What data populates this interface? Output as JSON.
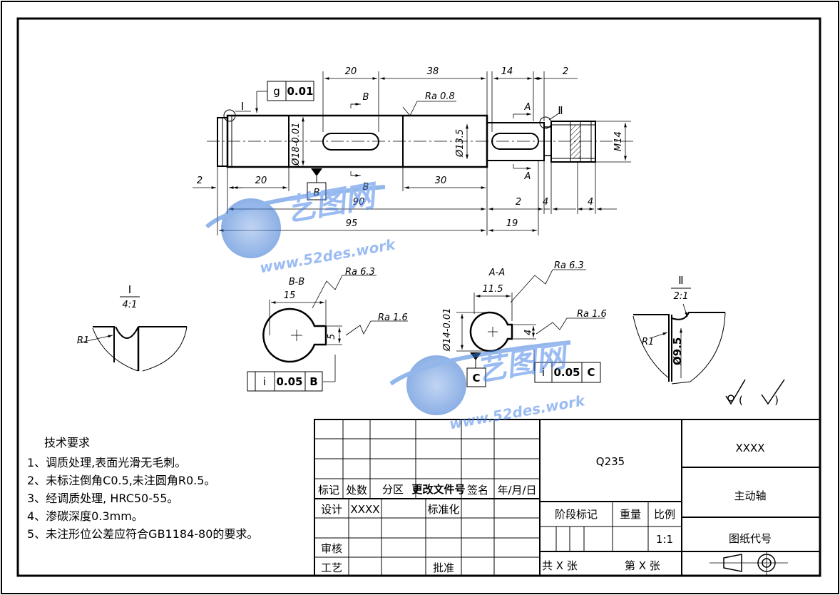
{
  "main_view": {
    "dims": {
      "d20_top": "20",
      "d38": "38",
      "d14": "14",
      "d2_top": "2",
      "d2_left": "2",
      "d20_bottom": "20",
      "d30": "30",
      "d90": "90",
      "d95": "95",
      "d2_right": "2",
      "d4a": "4",
      "d4b": "4",
      "d19": "19"
    },
    "diameters": {
      "phi18": "Ø18-0.01",
      "phi13_5": "Ø13.5",
      "m14": "M14"
    },
    "section_marks": {
      "b": "B",
      "a": "A"
    },
    "roughness_main": "Ra 0.8",
    "detail_labels": {
      "i": "I",
      "ii": "Ⅱ"
    },
    "tolerance_top": {
      "symbol": "g",
      "value": "0.01"
    },
    "datum_b": "B"
  },
  "detail_i": {
    "title": "I",
    "scale": "4:1",
    "radius": "R1"
  },
  "section_bb": {
    "title": "B-B",
    "width": "15",
    "key": "5",
    "ra1": "Ra 6.3",
    "ra2": "Ra 1.6",
    "tol": {
      "symbol": "i",
      "value": "0.05",
      "datum": "B"
    }
  },
  "section_aa": {
    "title": "A-A",
    "width": "11.5",
    "diameter": "Ø14-0.01",
    "key": "4",
    "ra1": "Ra 6.3",
    "ra2": "Ra 1.6",
    "datum": "C",
    "tol": {
      "symbol": "i",
      "value": "0.05",
      "datum": "C"
    }
  },
  "detail_ii": {
    "title": "Ⅱ",
    "scale": "2:1",
    "radius": "R1",
    "diameter": "Ø9.5"
  },
  "general_roughness": "( )",
  "tech_requirements": {
    "title": "技术要求",
    "items": [
      "1、调质处理,表面光滑无毛刺。",
      "2、未标注倒角C0.5,未注圆角R0.5。",
      "3、经调质处理, HRC50-55。",
      "4、渗碳深度0.3mm。",
      "5、未注形位公差应符合GB1184-80的要求。"
    ]
  },
  "title_block": {
    "headers": [
      "标记",
      "处数",
      "分区",
      "更改文件号",
      "签名",
      "年/月/日"
    ],
    "design": "设计",
    "designer": "XXXX",
    "standardize": "标准化",
    "review": "审核",
    "process": "工艺",
    "approve": "批准",
    "material": "Q235",
    "stage_mark": "阶段标记",
    "weight": "重量",
    "scale_label": "比例",
    "scale": "1:1",
    "sheets": "共 X 张",
    "sheet_no": "第 X 张",
    "company": "XXXX",
    "part_name": "主动轴",
    "drawing_no": "图纸代号"
  },
  "watermark": {
    "brand": "艺图网",
    "url": "www.52des.work"
  }
}
